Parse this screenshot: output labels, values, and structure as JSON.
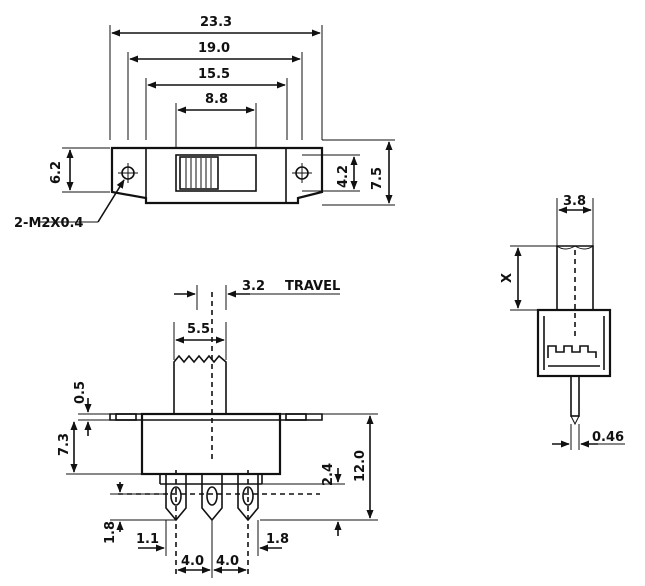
{
  "dimensions": {
    "top": {
      "overall_length": "23.3",
      "mount_pitch": "19.0",
      "body_length": "15.5",
      "slot_length": "8.8",
      "flange_height": "6.2",
      "body_height": "4.2",
      "overall_height": "7.5",
      "hole_spec": "2-M2X0.4"
    },
    "side": {
      "actuator_width": "3.8",
      "actuator_height": "X",
      "pin_thickness": "0.46"
    },
    "front": {
      "travel_value": "3.2",
      "travel_label": "TRAVEL",
      "actuator_width": "5.5",
      "flange_thickness": "0.5",
      "body_height": "7.3",
      "overall_height": "12.0",
      "pin_length": "2.4",
      "pin_offset_left": "1.8",
      "edge_offset": "1.1",
      "pin_pitch_1": "4.0",
      "pin_pitch_2": "4.0",
      "edge_offset_right": "1.8"
    }
  }
}
